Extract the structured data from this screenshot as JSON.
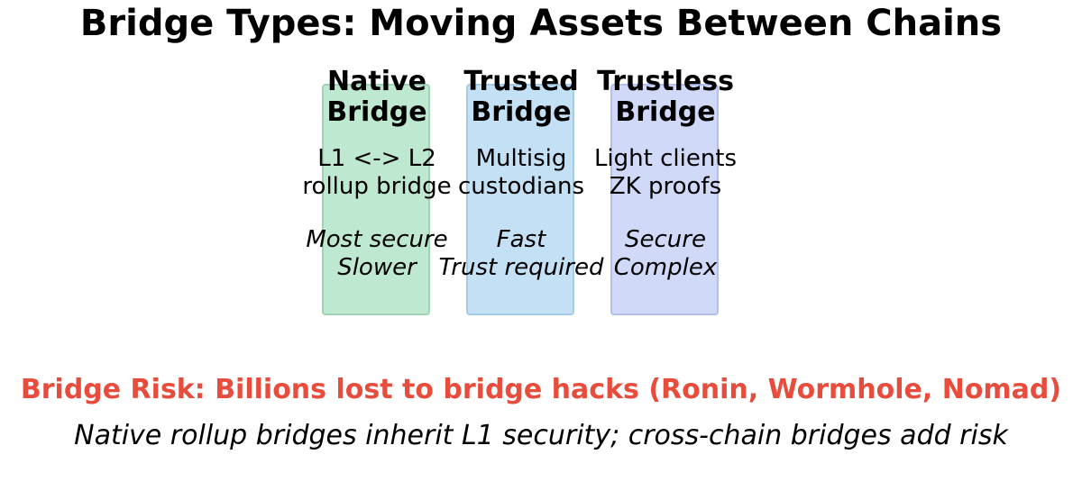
{
  "title": "Bridge Types: Moving Assets Between Chains",
  "cards": [
    {
      "heading": [
        "Native",
        "Bridge"
      ],
      "mechanism": [
        "L1 <-> L2",
        "rollup bridge"
      ],
      "traits": [
        "Most secure",
        "Slower"
      ],
      "fill": "#bfe8d0",
      "border": "#9fd4b4"
    },
    {
      "heading": [
        "Trusted",
        "Bridge"
      ],
      "mechanism": [
        "Multisig",
        "custodians"
      ],
      "traits": [
        "Fast",
        "Trust required"
      ],
      "fill": "#c3e0f5",
      "border": "#a3cbea"
    },
    {
      "heading": [
        "Trustless",
        "Bridge"
      ],
      "mechanism": [
        "Light clients",
        "ZK proofs"
      ],
      "traits": [
        "Secure",
        "Complex"
      ],
      "fill": "#d1d9f9",
      "border": "#b2bff0"
    }
  ],
  "risk": {
    "text": "Bridge Risk: Billions lost to bridge hacks (Ronin, Wormhole, Nomad)",
    "color": "#e74c3c"
  },
  "note": "Native rollup bridges inherit L1 security; cross-chain bridges add risk"
}
